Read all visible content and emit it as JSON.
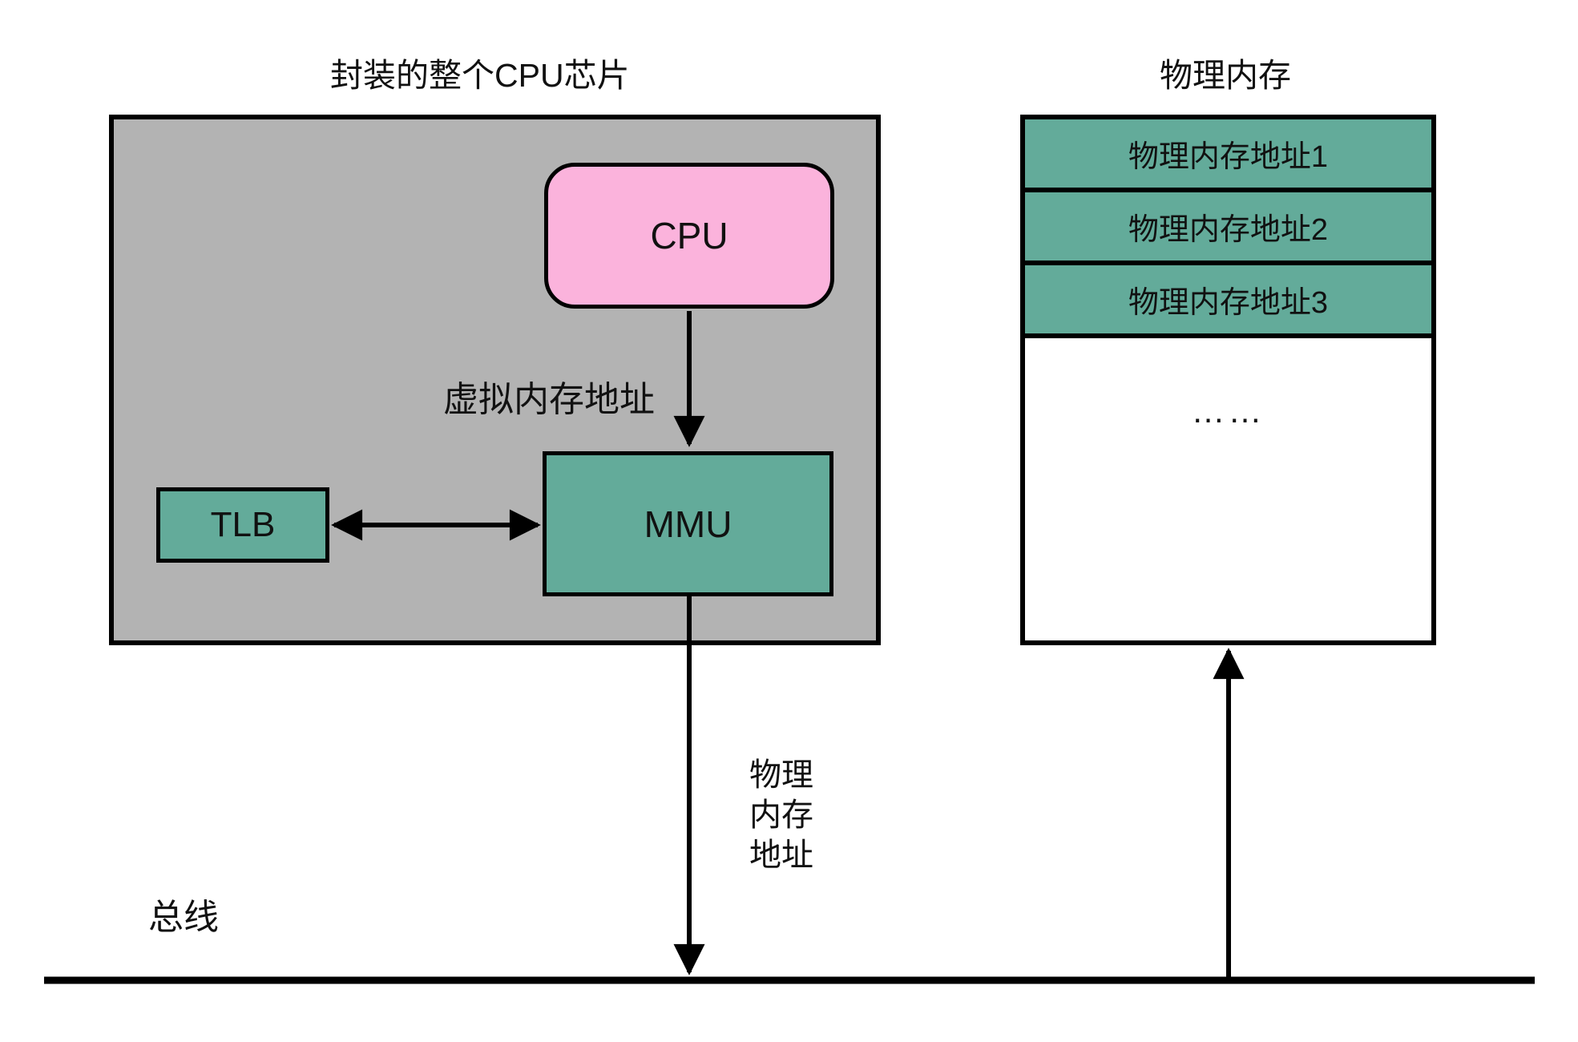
{
  "colors": {
    "page_bg": "#ffffff",
    "chip_bg": "#b3b3b3",
    "cpu_fill": "#fbb3dc",
    "teal_fill": "#63ab9a",
    "line": "#000000",
    "text": "#111111"
  },
  "chip": {
    "title": "封装的整个CPU芯片",
    "cpu_label": "CPU",
    "tlb_label": "TLB",
    "mmu_label": "MMU",
    "virtual_address_label": "虚拟内存地址"
  },
  "memory": {
    "title": "物理内存",
    "rows": [
      "物理内存地址1",
      "物理内存地址2",
      "物理内存地址3"
    ],
    "ellipsis": "……"
  },
  "bus": {
    "label": "总线"
  },
  "physical_address_label": {
    "lines": [
      "物理",
      "内存",
      "地址"
    ]
  }
}
